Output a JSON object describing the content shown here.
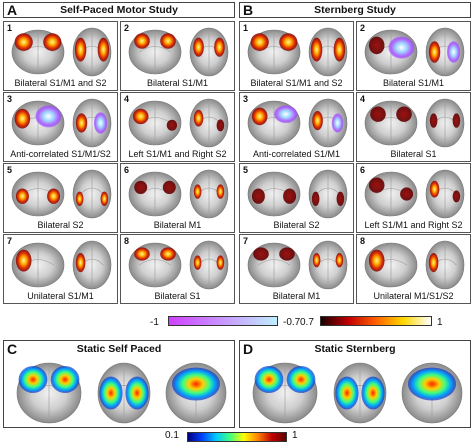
{
  "panels": {
    "A": {
      "letter": "A",
      "title": "Self-Paced Motor Study"
    },
    "B": {
      "letter": "B",
      "title": "Sternberg Study"
    },
    "C": {
      "letter": "C",
      "title": "Static Self Paced"
    },
    "D": {
      "letter": "D",
      "title": "Static Sternberg"
    }
  },
  "panelA_cells": [
    {
      "num": "1",
      "label": "Bilateral S1/M1 and S2"
    },
    {
      "num": "2",
      "label": "Bilateral S1/M1"
    },
    {
      "num": "3",
      "label": "Anti-correlated S1/M1/S2"
    },
    {
      "num": "4",
      "label": "Left S1/M1 and Right S2"
    },
    {
      "num": "5",
      "label": "Bilateral S2"
    },
    {
      "num": "6",
      "label": "Bilateral M1"
    },
    {
      "num": "7",
      "label": "Unilateral S1/M1"
    },
    {
      "num": "8",
      "label": "Bilateral S1"
    }
  ],
  "panelB_cells": [
    {
      "num": "1",
      "label": "Bilateral S1/M1 and S2"
    },
    {
      "num": "2",
      "label": "Bilateral S1/M1"
    },
    {
      "num": "3",
      "label": "Anti-correlated S1/M1"
    },
    {
      "num": "4",
      "label": "Bilateral S1"
    },
    {
      "num": "5",
      "label": "Bilateral S2"
    },
    {
      "num": "6",
      "label": "Left S1/M1 and Right S2"
    },
    {
      "num": "7",
      "label": "Bilateral M1"
    },
    {
      "num": "8",
      "label": "Unilateral M1/S1/S2"
    }
  ],
  "colorbars": {
    "negative": {
      "min": "-1",
      "max": "-0.7",
      "from": "#d040ff",
      "to": "#bfefff"
    },
    "positive": {
      "min": "0.7",
      "max": "1",
      "stops": [
        "#1a0000",
        "#c00000",
        "#ff6000",
        "#ffd800",
        "#ffffff"
      ]
    },
    "static": {
      "min": "0.1",
      "max": "1",
      "stops": [
        "#000080",
        "#0040ff",
        "#00c8ff",
        "#40ff80",
        "#ffff00",
        "#ff8000",
        "#c00000",
        "#600000"
      ]
    }
  }
}
